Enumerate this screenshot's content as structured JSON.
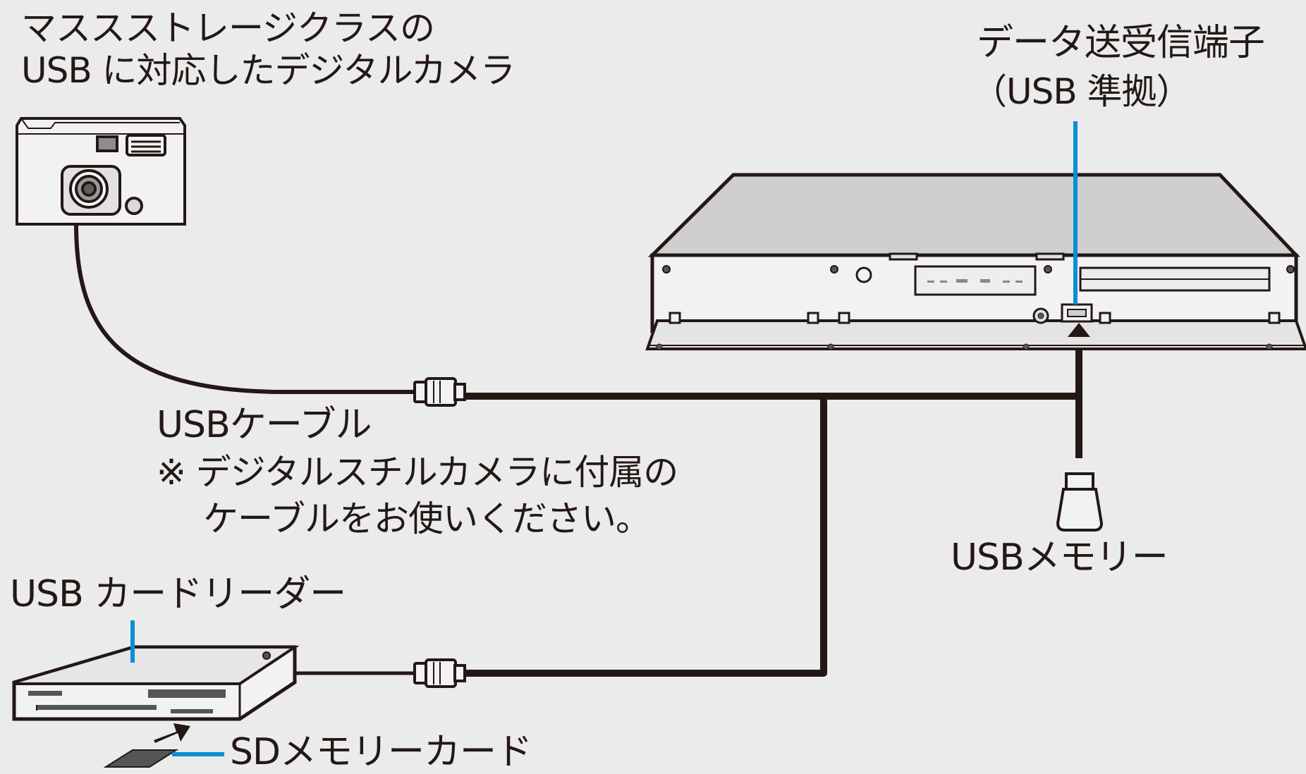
{
  "labels": {
    "camera_line1": "マススストレージクラスの",
    "camera_line2": "USB に対応したデジタルカメラ",
    "port_line1": "データ送受信端子",
    "port_line2": "（USB 準拠）",
    "cable_title": "USBケーブル",
    "cable_note_line1": "※ デジタルスチルカメラに付属の",
    "cable_note_line2": "ケーブルをお使いください。",
    "usb_memory": "USBメモリー",
    "card_reader": "USB カードリーダー",
    "sd_card": "SDメモリーカード"
  },
  "colors": {
    "background": "#ebebeb",
    "leader_line": "#0a8fd6",
    "cable": "#231815",
    "device_fill": "#f2f2f2",
    "device_shade": "#cfcfcf"
  }
}
